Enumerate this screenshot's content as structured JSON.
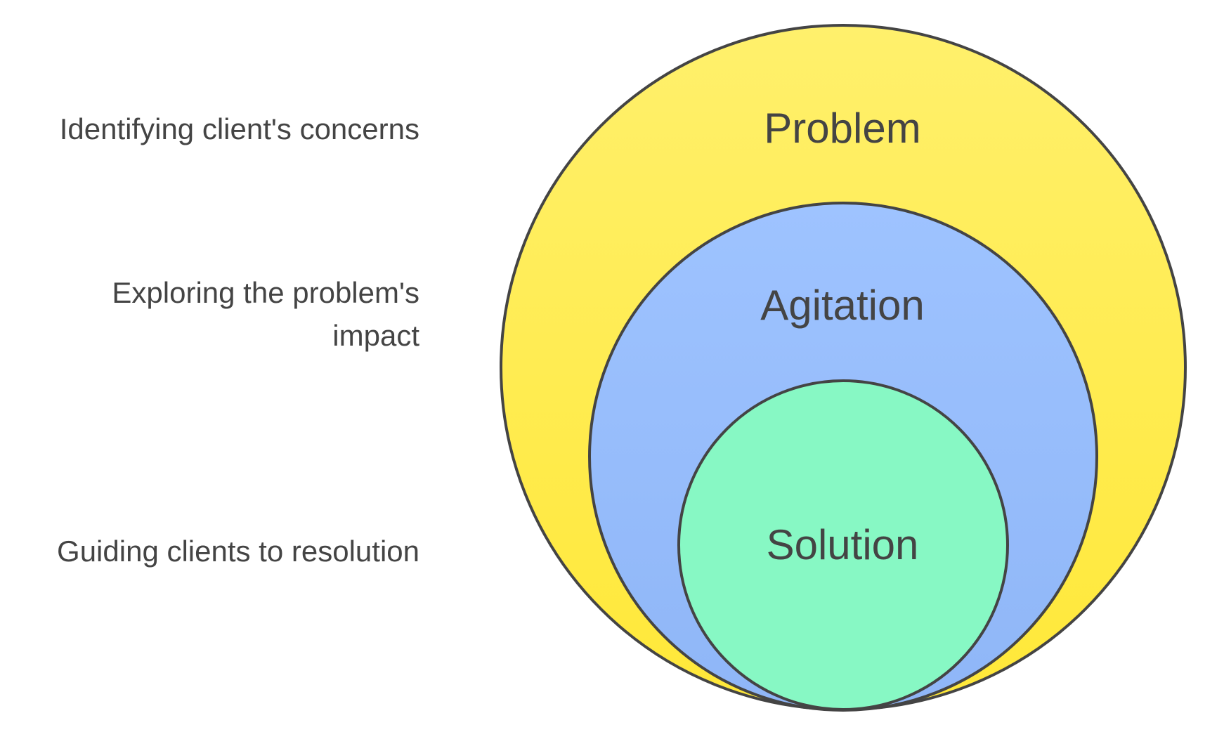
{
  "diagram": {
    "type": "nested-circles",
    "title": "",
    "stroke_color": "#444444",
    "levels": [
      {
        "name": "Problem",
        "description": "Identifying client's concerns",
        "color_top": "#FFF06C",
        "color_bottom": "#FFE838"
      },
      {
        "name": "Agitation",
        "description_lines": [
          "Exploring the problem's",
          "impact"
        ],
        "color_top": "#9EC3FF",
        "color_bottom": "#8FB6F7"
      },
      {
        "name": "Solution",
        "description": "Guiding clients to resolution",
        "color_top": "#87F8C4",
        "color_bottom": "#87F8C4"
      }
    ]
  }
}
